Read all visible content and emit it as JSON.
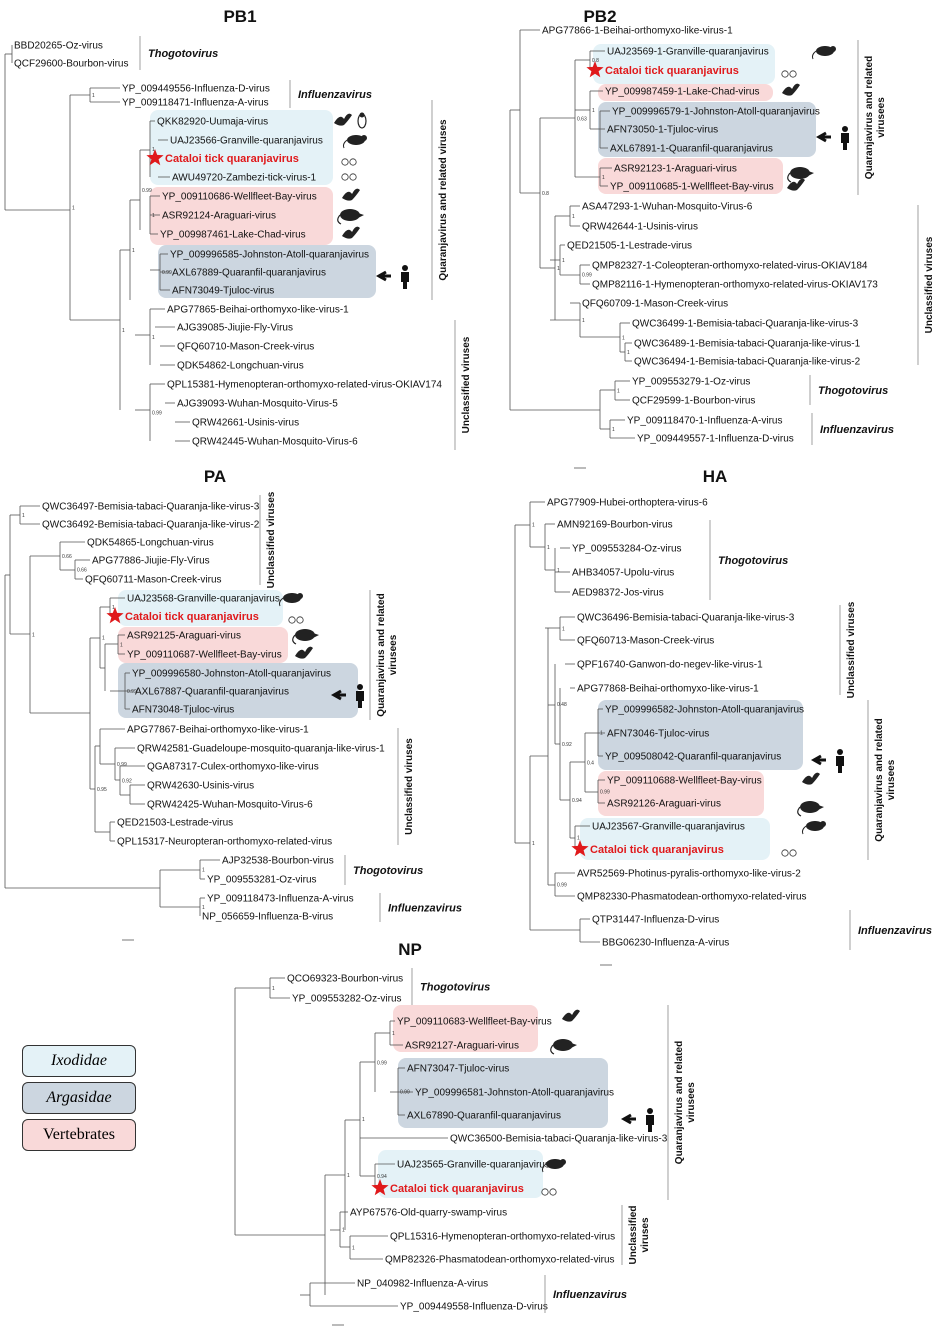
{
  "panels": {
    "pb1": {
      "title": "PB1",
      "leaves": [
        "BBD20265-Oz-virus",
        "QCF29600-Bourbon-virus",
        "YP_009449556-Influenza-D-virus",
        "YP_009118471-Influenza-A-virus",
        "QKK82920-Uumaja-virus",
        "UAJ23566-Granville-quaranjavirus",
        "Cataloi tick quaranjavirus",
        "AWU49720-Zambezi-tick-virus-1",
        "YP_009110686-Wellfleet-Bay-virus",
        "ASR92124-Araguari-virus",
        "YP_009987461-Lake-Chad-virus",
        "YP_009996585-Johnston-Atoll-quaranjavirus",
        "AXL67889-Quaranfil-quaranjavirus",
        "AFN73049-Tjuloc-virus",
        "APG77865-Beihai-orthomyxo-like-virus-1",
        "AJG39085-Jiujie-Fly-Virus",
        "QFQ60710-Mason-Creek-virus",
        "QDK54862-Longchuan-virus",
        "QPL15381-Hymenopteran-orthomyxo-related-virus-OKIAV174",
        "AJG39093-Wuhan-Mosquito-Virus-5",
        "QRW42661-Usinis-virus",
        "QRW42445-Wuhan-Mosquito-Virus-6"
      ],
      "groups": [
        "Thogotovirus",
        "Influenzavirus",
        "Quaranjavirus and related viruses",
        "Unclassified viruses"
      ]
    },
    "pb2": {
      "title": "PB2",
      "leaves": [
        "APG77866-1-Beihai-orthomyxo-like-virus-1",
        "UAJ23569-1-Granville-quaranjavirus",
        "Cataloi tick quaranjavirus",
        "YP_009987459-1-Lake-Chad-virus",
        "YP_009996579-1-Johnston-Atoll-quaranjavirus",
        "AFN73050-1-Tjuloc-virus",
        "AXL67891-1-Quaranfil-quaranjavirus",
        "ASR92123-1-Araguari-virus",
        "YP_009110685-1-Wellfleet-Bay-virus",
        "ASA47293-1-Wuhan-Mosquito-Virus-6",
        "QRW42644-1-Usinis-virus",
        "QED21505-1-Lestrade-virus",
        "QMP82327-1-Coleopteran-orthomyxo-related-virus-OKIAV184",
        "QMP82116-1-Hymenopteran-orthomyxo-related-virus-OKIAV173",
        "QFQ60709-1-Mason-Creek-virus",
        "QWC36499-1-Bemisia-tabaci-Quaranja-like-virus-3",
        "QWC36489-1-Bemisia-tabaci-Quaranja-like-virus-1",
        "QWC36494-1-Bemisia-tabaci-Quaranja-like-virus-2",
        "YP_009553279-1-Oz-virus",
        "QCF29599-1-Bourbon-virus",
        "YP_009118470-1-Influenza-A-virus",
        "YP_009449557-1-Influenza-D-virus"
      ],
      "groups": [
        "Quaranjavirus and related virusees",
        "Unclassified viruses",
        "Thogotovirus",
        "Influenzavirus"
      ]
    },
    "pa": {
      "title": "PA",
      "leaves": [
        "QWC36497-Bemisia-tabaci-Quaranja-like-virus-3",
        "QWC36492-Bemisia-tabaci-Quaranja-like-virus-2",
        "QDK54865-Longchuan-virus",
        "APG77886-Jiujie-Fly-Virus",
        "QFQ60711-Mason-Creek-virus",
        "UAJ23568-Granville-quaranjavirus",
        "Cataloi tick quaranjavirus",
        "ASR92125-Araguari-virus",
        "YP_009110687-Wellfleet-Bay-virus",
        "YP_009996580-Johnston-Atoll-quaranjavirus",
        "AXL67887-Quaranfil-quaranjavirus",
        "AFN73048-Tjuloc-virus",
        "APG77867-Beihai-orthomyxo-like-virus-1",
        "QRW42581-Guadeloupe-mosquito-quaranja-like-virus-1",
        "QGA87317-Culex-orthomyxo-like-virus",
        "QRW42630-Usinis-virus",
        "QRW42425-Wuhan-Mosquito-Virus-6",
        "QED21503-Lestrade-virus",
        "QPL15317-Neuropteran-orthomyxo-related-virus",
        "AJP32538-Bourbon-virus",
        "YP_009553281-Oz-virus",
        "YP_009118473-Influenza-A-virus",
        "NP_056659-Influenza-B-virus"
      ],
      "groups": [
        "Unclassified viruses",
        "Quaranjavirus and related virusees",
        "Unclassified viruses",
        "Thogotovirus",
        "Influenzavirus"
      ]
    },
    "ha": {
      "title": "HA",
      "leaves": [
        "APG77909-Hubei-orthoptera-virus-6",
        "AMN92169-Bourbon-virus",
        "YP_009553284-Oz-virus",
        "AHB34057-Upolu-virus",
        "AED98372-Jos-virus",
        "QWC36496-Bemisia-tabaci-Quaranja-like-virus-3",
        "QFQ60713-Mason-Creek-virus",
        "QPF16740-Ganwon-do-negev-like-virus-1",
        "APG77868-Beihai-orthomyxo-like-virus-1",
        "YP_009996582-Johnston-Atoll-quaranjavirus",
        "AFN73046-Tjuloc-virus",
        "YP_009508042-Quaranfil-quaranjavirus",
        "YP_009110688-Wellfleet-Bay-virus",
        "ASR92126-Araguari-virus",
        "UAJ23567-Granville-quaranjavirus",
        "Cataloi tick quaranjavirus",
        "AVR52569-Photinus-pyralis-orthomyxo-like-virus-2",
        "QMP82330-Phasmatodean-orthomyxo-related-virus",
        "QTP31447-Influenza-D-virus",
        "BBG06230-Influenza-A-virus"
      ],
      "groups": [
        "Thogotovirus",
        "Unclassified viruses",
        "Quaranjavirus and related virusees",
        "Influenzavirus"
      ]
    },
    "np": {
      "title": "NP",
      "leaves": [
        "QCO69323-Bourbon-virus",
        "YP_009553282-Oz-virus",
        "YP_009110683-Wellfleet-Bay-virus",
        "ASR92127-Araguari-virus",
        "AFN73047-Tjuloc-virus",
        "YP_009996581-Johnston-Atoll-quaranjavirus",
        "AXL67890-Quaranfil-quaranjavirus",
        "QWC36500-Bemisia-tabaci-Quaranja-like-virus-3",
        "UAJ23565-Granville-quaranjavirus",
        "Cataloi tick quaranjavirus",
        "AYP67576-Old-quarry-swamp-virus",
        "QPL15316-Hymenopteran-orthomyxo-related-virus",
        "QMP82326-Phasmatodean-orthomyxo-related-virus",
        "NP_040982-Influenza-A-virus",
        "YP_009449558-Influenza-D-virus"
      ],
      "groups": [
        "Thogotovirus",
        "Quaranjavirus and related virusees",
        "Unclassified viruses",
        "Influenzavirus"
      ]
    }
  },
  "legend": [
    "Ixodidae",
    "Argasidae",
    "Vertebrates"
  ],
  "colors": {
    "ixodidae": "#e4f2f7",
    "argasidae": "#ccd6e0",
    "vertebrates": "#f9d9d9",
    "star": "#e0191b"
  },
  "support": "1"
}
